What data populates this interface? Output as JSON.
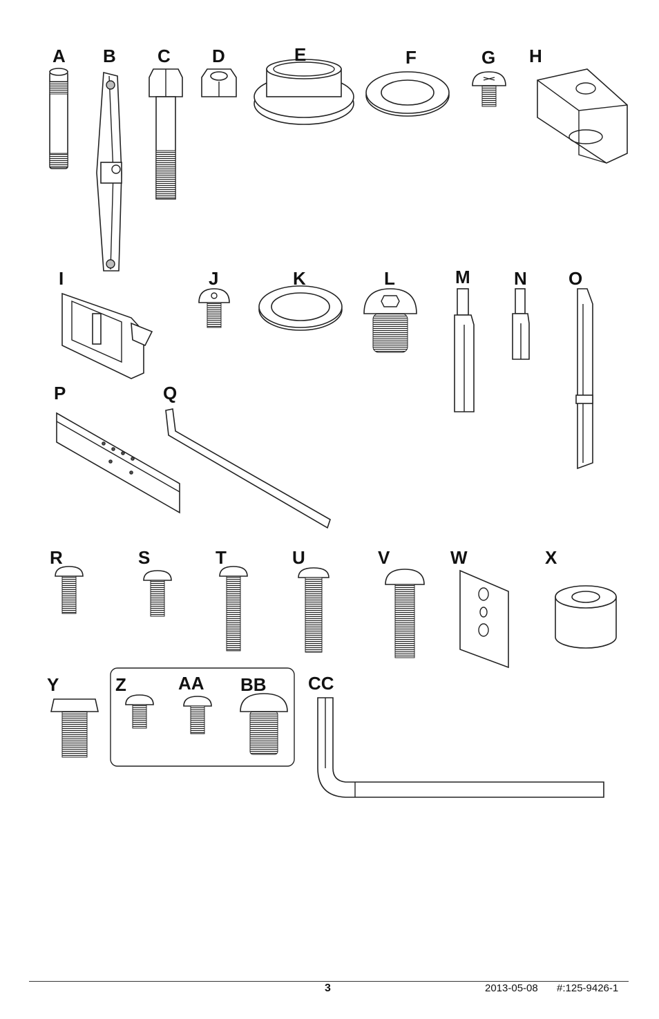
{
  "parts": [
    {
      "id": "A",
      "label": "A"
    },
    {
      "id": "B",
      "label": "B"
    },
    {
      "id": "C",
      "label": "C"
    },
    {
      "id": "D",
      "label": "D"
    },
    {
      "id": "E",
      "label": "E"
    },
    {
      "id": "F",
      "label": "F"
    },
    {
      "id": "G",
      "label": "G"
    },
    {
      "id": "H",
      "label": "H"
    },
    {
      "id": "I",
      "label": "I"
    },
    {
      "id": "J",
      "label": "J"
    },
    {
      "id": "K",
      "label": "K"
    },
    {
      "id": "L",
      "label": "L"
    },
    {
      "id": "M",
      "label": "M"
    },
    {
      "id": "N",
      "label": "N"
    },
    {
      "id": "O",
      "label": "O"
    },
    {
      "id": "P",
      "label": "P"
    },
    {
      "id": "Q",
      "label": "Q"
    },
    {
      "id": "R",
      "label": "R"
    },
    {
      "id": "S",
      "label": "S"
    },
    {
      "id": "T",
      "label": "T"
    },
    {
      "id": "U",
      "label": "U"
    },
    {
      "id": "V",
      "label": "V"
    },
    {
      "id": "W",
      "label": "W"
    },
    {
      "id": "X",
      "label": "X"
    },
    {
      "id": "Y",
      "label": "Y"
    },
    {
      "id": "Z",
      "label": "Z"
    },
    {
      "id": "AA",
      "label": "AA"
    },
    {
      "id": "BB",
      "label": "BB"
    },
    {
      "id": "CC",
      "label": "CC"
    }
  ],
  "footer": {
    "page_number": "3",
    "date": "2013-05-08",
    "doc_number": "#:125-9426-1"
  }
}
